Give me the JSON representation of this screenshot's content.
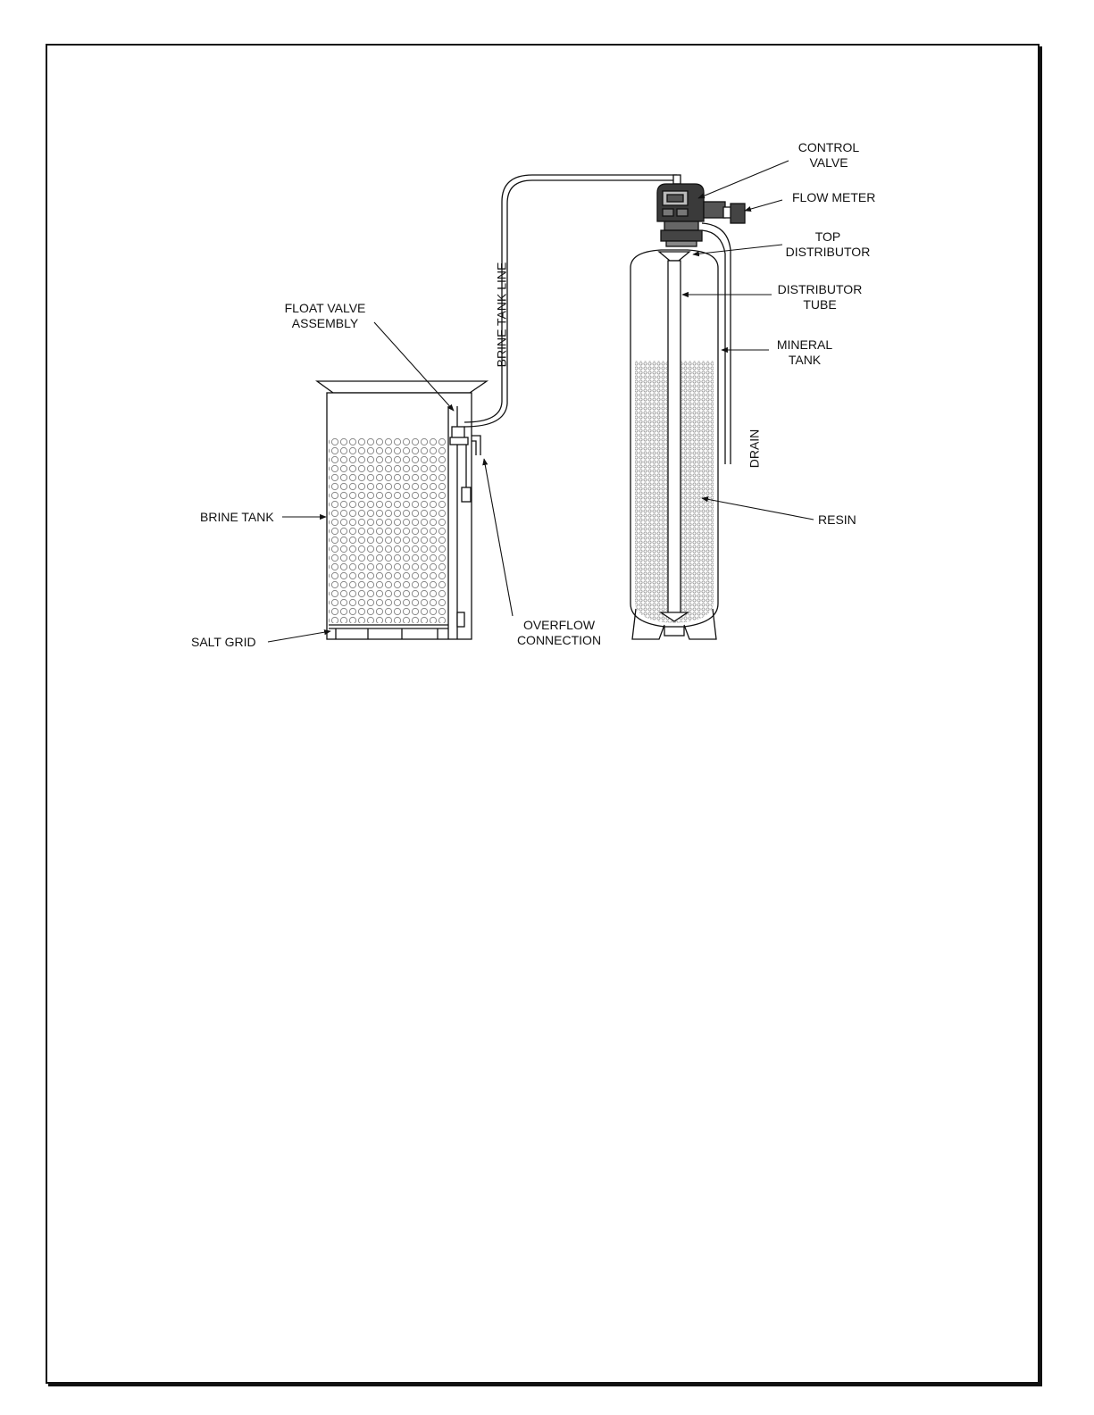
{
  "labels": {
    "control_valve": [
      "CONTROL",
      "VALVE"
    ],
    "flow_meter": "FLOW METER",
    "top_distributor": [
      "TOP",
      "DISTRIBUTOR"
    ],
    "distributor_tube": [
      "DISTRIBUTOR",
      "TUBE"
    ],
    "mineral_tank": [
      "MINERAL",
      "TANK"
    ],
    "drain": "DRAIN",
    "resin": "RESIN",
    "brine_tank_line": "BRINE TANK LINE",
    "float_valve_assembly": [
      "FLOAT VALVE",
      "ASSEMBLY"
    ],
    "brine_tank": "BRINE TANK",
    "salt_grid": "SALT GRID",
    "overflow_connection": [
      "OVERFLOW",
      "CONNECTION"
    ]
  },
  "colors": {
    "line": "#111111",
    "fill_pattern": "#9a9a9a",
    "background": "#ffffff"
  }
}
